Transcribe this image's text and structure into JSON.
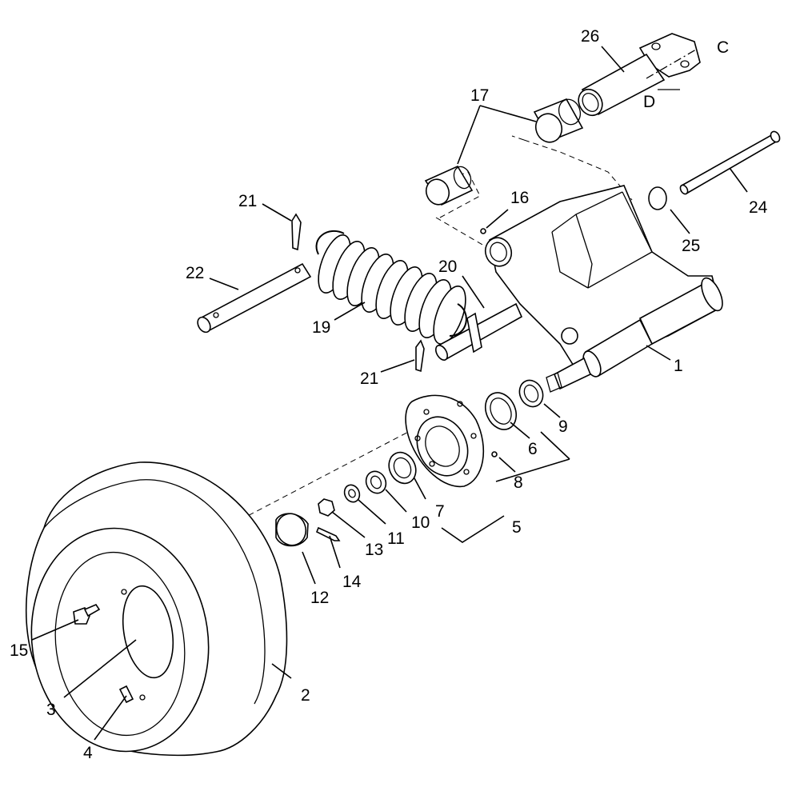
{
  "callouts": {
    "c1": "1",
    "c2": "2",
    "c3": "3",
    "c4": "4",
    "c5": "5",
    "c6": "6",
    "c7": "7",
    "c8": "8",
    "c9": "9",
    "c10": "10",
    "c11": "11",
    "c12": "12",
    "c13": "13",
    "c14": "14",
    "c15": "15",
    "c16": "16",
    "c17": "17",
    "c19": "19",
    "c20": "20",
    "c21a": "21",
    "c21b": "21",
    "c22": "22",
    "c24": "24",
    "c25": "25",
    "c26": "26"
  },
  "refs": {
    "C": "C",
    "D": "D"
  }
}
